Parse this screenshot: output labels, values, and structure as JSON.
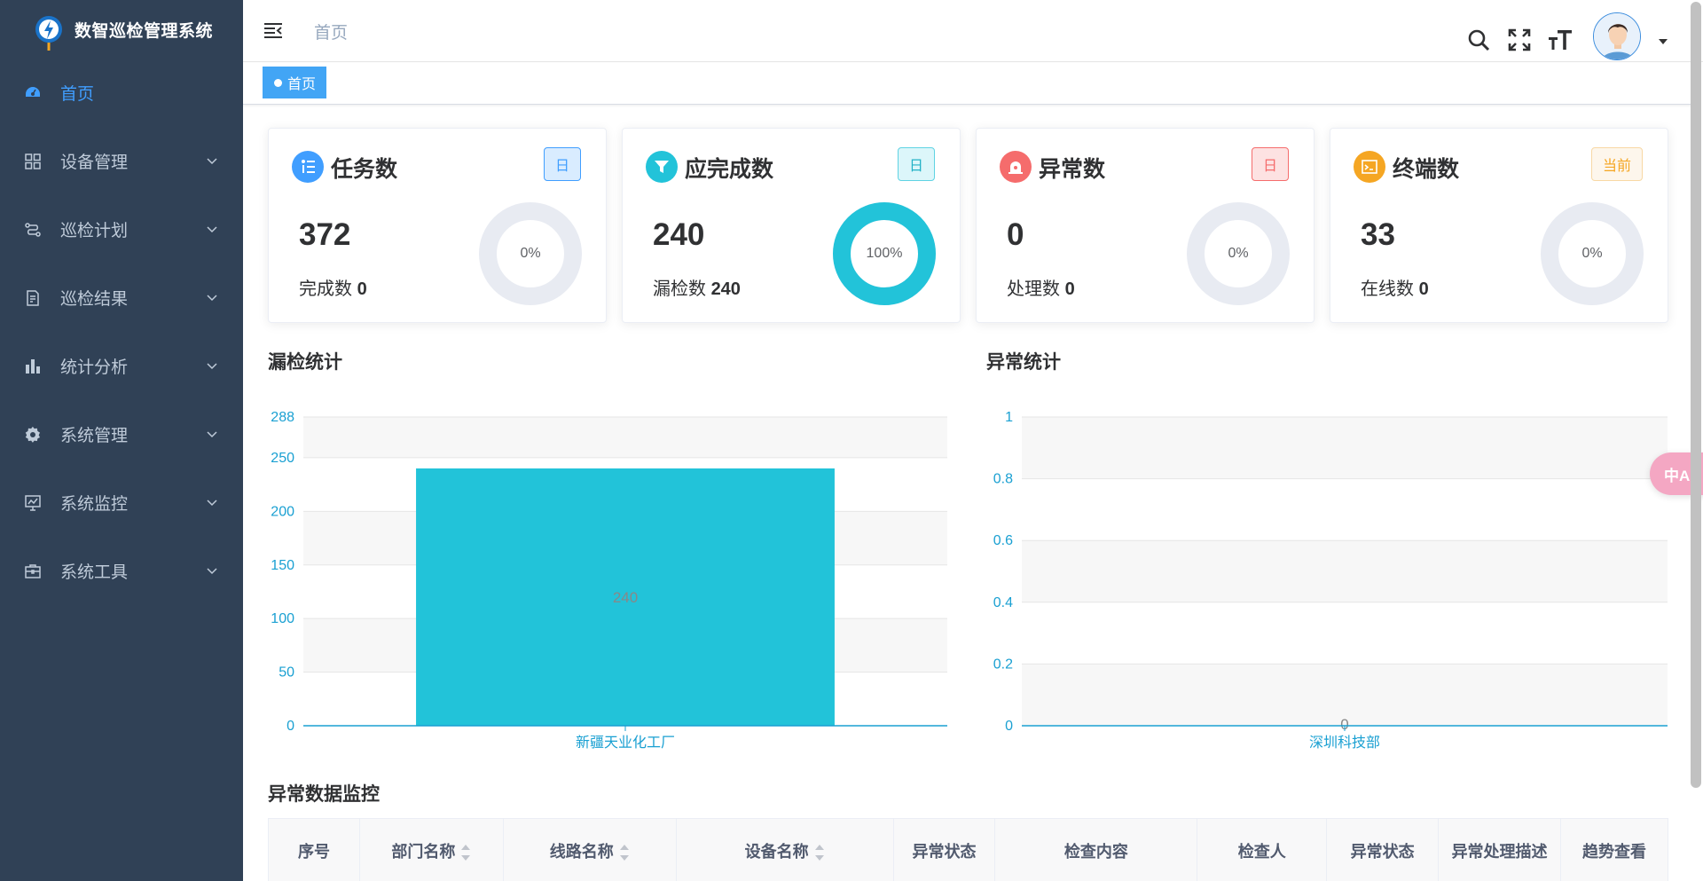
{
  "app": {
    "title": "数智巡检管理系统"
  },
  "sidebar": {
    "items": [
      {
        "label": "首页",
        "icon": "dashboard-icon",
        "active": true
      },
      {
        "label": "设备管理",
        "icon": "grid-icon"
      },
      {
        "label": "巡检计划",
        "icon": "route-icon"
      },
      {
        "label": "巡检结果",
        "icon": "document-icon"
      },
      {
        "label": "统计分析",
        "icon": "bar-chart-icon"
      },
      {
        "label": "系统管理",
        "icon": "gear-icon"
      },
      {
        "label": "系统监控",
        "icon": "monitor-icon"
      },
      {
        "label": "系统工具",
        "icon": "toolbox-icon"
      }
    ]
  },
  "header": {
    "breadcrumb": "首页"
  },
  "tags": {
    "active": "首页"
  },
  "cards": [
    {
      "title": "任务数",
      "badge": "日",
      "value": "372",
      "sub_label": "完成数",
      "sub_value": "0",
      "ring_text": "0%",
      "percent": 0,
      "color": "#409eff",
      "badge_style": "blue"
    },
    {
      "title": "应完成数",
      "badge": "日",
      "value": "240",
      "sub_label": "漏检数",
      "sub_value": "240",
      "ring_text": "100%",
      "percent": 100,
      "color": "#22c3d9",
      "badge_style": "cyan"
    },
    {
      "title": "异常数",
      "badge": "日",
      "value": "0",
      "sub_label": "处理数",
      "sub_value": "0",
      "ring_text": "0%",
      "percent": 0,
      "color": "#f56c6c",
      "badge_style": "red"
    },
    {
      "title": "终端数",
      "badge": "当前",
      "value": "33",
      "sub_label": "在线数",
      "sub_value": "0",
      "ring_text": "0%",
      "percent": 0,
      "color": "#f5a623",
      "badge_style": "orange"
    }
  ],
  "sections": {
    "missed": "漏检统计",
    "abnormal": "异常统计",
    "monitor": "异常数据监控"
  },
  "chart_data": [
    {
      "type": "bar",
      "categories": [
        "新疆天业化工厂"
      ],
      "values": [
        240
      ],
      "yticks": [
        "0",
        "50",
        "100",
        "150",
        "200",
        "250",
        "288"
      ],
      "ylim": [
        0,
        288
      ],
      "data_labels": [
        "240"
      ],
      "color": "#22c3d9"
    },
    {
      "type": "bar",
      "categories": [
        "深圳科技部"
      ],
      "values": [
        0
      ],
      "yticks": [
        "0",
        "0.2",
        "0.4",
        "0.6",
        "0.8",
        "1"
      ],
      "ylim": [
        0,
        1
      ],
      "data_labels": [
        "0"
      ],
      "color": "#22c3d9"
    }
  ],
  "table": {
    "columns": [
      {
        "label": "序号",
        "sortable": false
      },
      {
        "label": "部门名称",
        "sortable": true
      },
      {
        "label": "线路名称",
        "sortable": true
      },
      {
        "label": "设备名称",
        "sortable": true
      },
      {
        "label": "异常状态",
        "sortable": false
      },
      {
        "label": "检查内容",
        "sortable": false
      },
      {
        "label": "检查人",
        "sortable": false
      },
      {
        "label": "异常状态",
        "sortable": false
      },
      {
        "label": "异常处理描述",
        "sortable": false
      },
      {
        "label": "趋势查看",
        "sortable": false
      }
    ]
  },
  "float": {
    "label": "中A"
  }
}
